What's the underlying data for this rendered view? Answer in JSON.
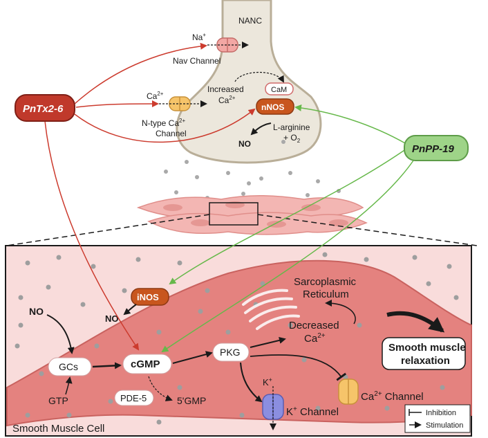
{
  "nanc": "NANC",
  "na": {
    "base": "Na",
    "sup": "+"
  },
  "nav_channel": "Nav Channel",
  "ca_top": {
    "base": "Ca",
    "sup": "2+"
  },
  "increased_ca": {
    "line1": "Increased",
    "base": "Ca",
    "sup": "2+"
  },
  "cam": "CaM",
  "nnos": "nNOS",
  "ntype": {
    "line1_pre": "N-type Ca",
    "sup": "2+",
    "line2": "Channel"
  },
  "larginine": {
    "line1": "L-arginine",
    "line2_pre": "+ O",
    "sub": "2"
  },
  "no_top": "NO",
  "pntx": "PnTx2-6",
  "pnpp": "PnPP-19",
  "inos": "iNOS",
  "no_inos": "NO",
  "no_left": "NO",
  "sr": {
    "line1": "Sarcoplasmic",
    "line2": "Reticulum"
  },
  "decreased_ca": {
    "line1": "Decreased",
    "base": "Ca",
    "sup": "2+"
  },
  "smr": {
    "line1": "Smooth muscle",
    "line2": "relaxation"
  },
  "gcs": "GCs",
  "cgmp": "cGMP",
  "pkg": "PKG",
  "gtp": "GTP",
  "pde5": "PDE-5",
  "gmp5": "5'GMP",
  "kplus": {
    "base": "K",
    "sup": "+"
  },
  "kchannel": {
    "base": "K",
    "sup": "+",
    "rest": " Channel"
  },
  "cachannel": {
    "base": "Ca",
    "sup": "2+",
    "rest": " Channel"
  },
  "legend": {
    "inhibition": "Inhibition",
    "stimulation": "Stimulation"
  },
  "smc": "Smooth Muscle Cell",
  "colors": {
    "red": "#cc3b2e",
    "green": "#66b84a",
    "nos": "#c8561e",
    "cell": "#e07f7c",
    "bg_pink": "#f9dcdb"
  }
}
